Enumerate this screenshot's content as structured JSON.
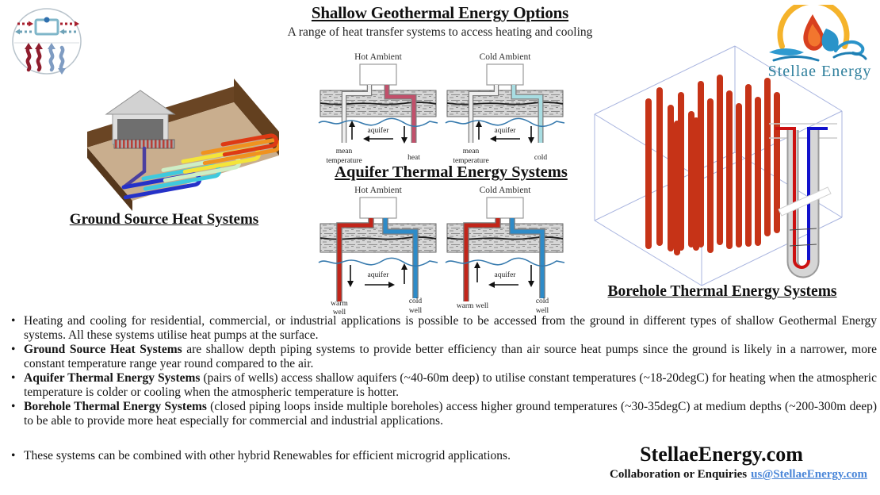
{
  "slide": {
    "title": "Shallow Geothermal Energy Options",
    "subtitle": "A range of  heat transfer systems to access heating and cooling"
  },
  "brand": {
    "name": "Stellae Energy"
  },
  "icons": {
    "top_left": "heat-pump-cycle-icon",
    "top_right": "stellae-energy-logo"
  },
  "sections": {
    "ground_source": {
      "caption": "Ground Source Heat Systems",
      "pipe_colors": [
        "#2531c8",
        "#3fc9dd",
        "#cdeec6",
        "#f4e53a",
        "#f0921f",
        "#de3a14"
      ],
      "feed_pipe_color": "#4a3fa0"
    },
    "aquifer": {
      "heading": "Aquifer Thermal Energy Systems",
      "diagrams": [
        {
          "title": "Hot Ambient",
          "left_label_top": "mean",
          "left_label_bottom": "temperature",
          "right_label_top": "heat",
          "right_label_bottom": "",
          "aquifer_label": "aquifer",
          "left_pipe_color": "#efefef",
          "right_pipe_color": "#c2506b",
          "aquifer_flow": "left",
          "left_arrow": "up",
          "right_arrow": "down"
        },
        {
          "title": "Cold Ambient",
          "left_label_top": "mean",
          "left_label_bottom": "temperature",
          "right_label_top": "cold",
          "right_label_bottom": "",
          "aquifer_label": "aquifer",
          "left_pipe_color": "#efefef",
          "right_pipe_color": "#a8dde2",
          "aquifer_flow": "left",
          "left_arrow": "up",
          "right_arrow": "down"
        },
        {
          "title": "Hot Ambient",
          "left_label_top": "warm",
          "left_label_bottom": "well",
          "right_label_top": "cold",
          "right_label_bottom": "well",
          "aquifer_label": "aquifer",
          "left_pipe_color": "#c2251a",
          "right_pipe_color": "#2e8bc8",
          "aquifer_flow": "right",
          "left_arrow": "down",
          "right_arrow": "up"
        },
        {
          "title": "Cold Ambient",
          "left_label_top": "warm well",
          "left_label_bottom": "",
          "right_label_top": "cold",
          "right_label_bottom": "well",
          "aquifer_label": "aquifer",
          "left_pipe_color": "#c2251a",
          "right_pipe_color": "#2e8bc8",
          "aquifer_flow": "left",
          "left_arrow": "up",
          "right_arrow": "down"
        }
      ]
    },
    "borehole": {
      "caption": "Borehole Thermal Energy Systems",
      "bar_color": "#c63317",
      "bars": [
        [
          72,
          72,
          190
        ],
        [
          86,
          58,
          200
        ],
        [
          100,
          80,
          185
        ],
        [
          113,
          64,
          200
        ],
        [
          126,
          88,
          172
        ],
        [
          138,
          50,
          210
        ],
        [
          150,
          72,
          195
        ],
        [
          162,
          42,
          215
        ],
        [
          174,
          62,
          200
        ],
        [
          186,
          78,
          182
        ],
        [
          198,
          54,
          205
        ],
        [
          210,
          70,
          188
        ],
        [
          222,
          46,
          200
        ],
        [
          234,
          64,
          178
        ],
        [
          132,
          96,
          168
        ],
        [
          108,
          100,
          170
        ]
      ]
    }
  },
  "bullets": [
    {
      "bold": "",
      "text": "Heating and cooling for residential,  commercial, or industrial applications  is possible to be accessed from the ground in different types of shallow  Geothermal Energy systems.  All these systems utilise  heat pumps at the surface."
    },
    {
      "bold": "Ground Source Heat Systems",
      "text": " are shallow  depth piping systems to provide better efficiency than air source heat pumps since the ground is likely in a narrower, more constant temperature range year round compared to the air."
    },
    {
      "bold": "Aquifer Thermal Energy Systems",
      "text": " (pairs of wells) access shallow aquifers (~40-60m deep) to utilise  constant temperatures (~18-20degC) for heating when the atmospheric temperature is colder or cooling when the atmospheric temperature is hotter."
    },
    {
      "bold": "Borehole Thermal Energy Systems",
      "text": " (closed piping loops inside multiple boreholes) access higher ground temperatures (~30-35degC) at medium depths (~200-300m deep) to be able to provide more heat especially  for commercial and industrial applications."
    },
    {
      "bold": "",
      "text": "These systems can be combined with other hybrid Renewables for efficient microgrid applications."
    }
  ],
  "footer": {
    "site": "StellaeEnergy.com",
    "contact_label": "Collaboration or Enquiries",
    "contact_email": "us@StellaeEnergy.com"
  }
}
